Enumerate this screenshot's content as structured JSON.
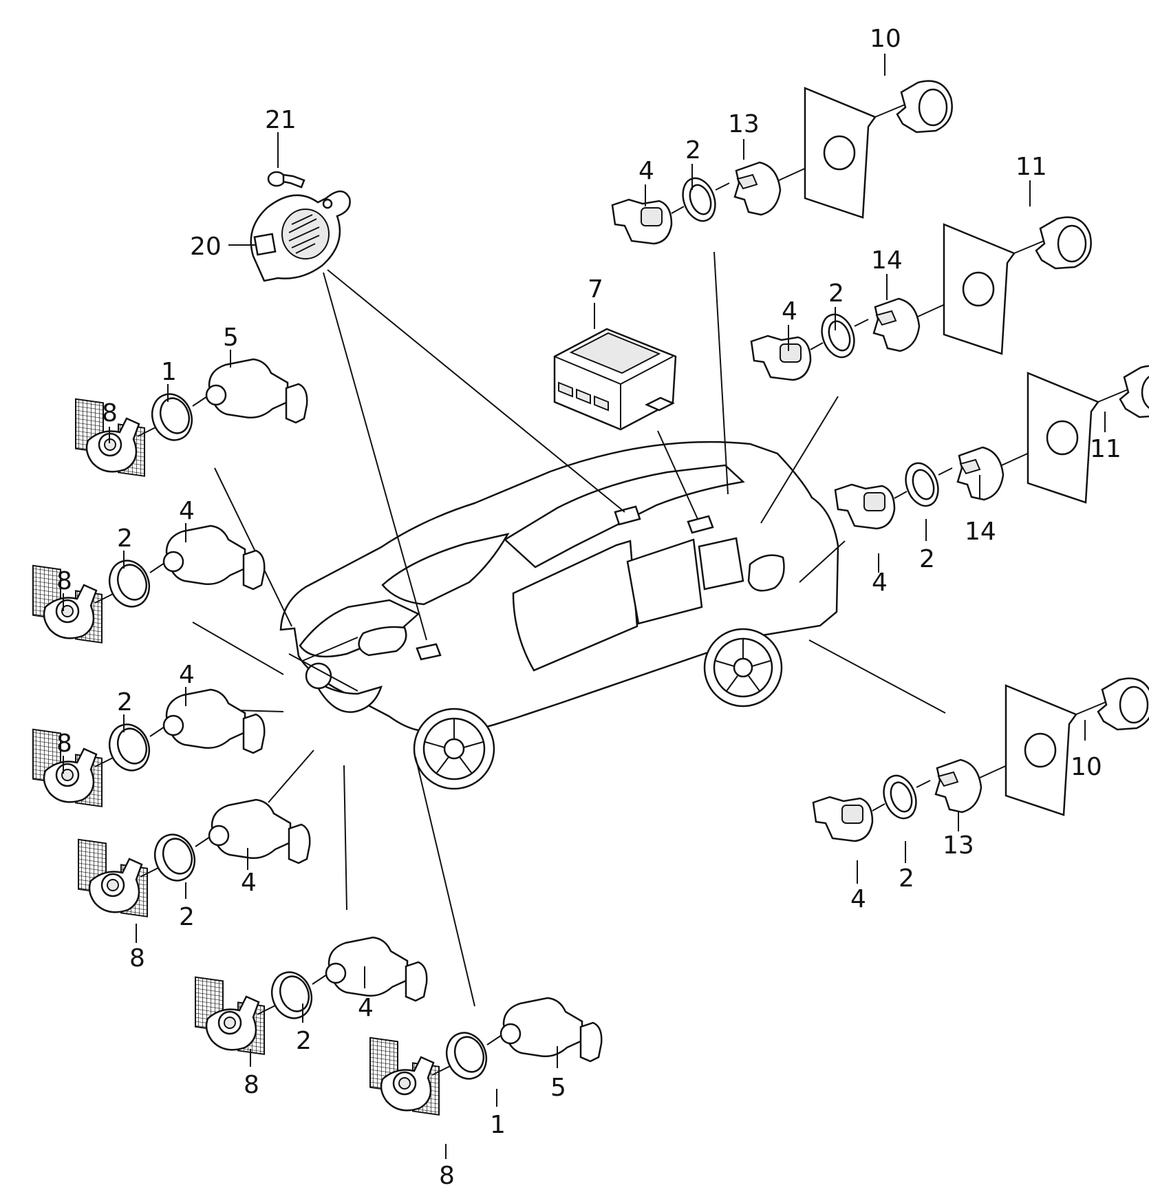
{
  "callouts": [
    {
      "id": "c21",
      "text": "21"
    },
    {
      "id": "c20",
      "text": "20"
    },
    {
      "id": "c7",
      "text": "7"
    },
    {
      "id": "c10a",
      "text": "10"
    },
    {
      "id": "c13a",
      "text": "13"
    },
    {
      "id": "c2a",
      "text": "2"
    },
    {
      "id": "c4a",
      "text": "4"
    },
    {
      "id": "c11a",
      "text": "11"
    },
    {
      "id": "c14a",
      "text": "14"
    },
    {
      "id": "c2b",
      "text": "2"
    },
    {
      "id": "c4b",
      "text": "4"
    },
    {
      "id": "c11b",
      "text": "11"
    },
    {
      "id": "c14b",
      "text": "14"
    },
    {
      "id": "c2c",
      "text": "2"
    },
    {
      "id": "c4c",
      "text": "4"
    },
    {
      "id": "c10b",
      "text": "10"
    },
    {
      "id": "c13b",
      "text": "13"
    },
    {
      "id": "c2d",
      "text": "2"
    },
    {
      "id": "c4d",
      "text": "4"
    },
    {
      "id": "c5a",
      "text": "5"
    },
    {
      "id": "c1a",
      "text": "1"
    },
    {
      "id": "c8a",
      "text": "8"
    },
    {
      "id": "c4e",
      "text": "4"
    },
    {
      "id": "c2e",
      "text": "2"
    },
    {
      "id": "c8b",
      "text": "8"
    },
    {
      "id": "c4f",
      "text": "4"
    },
    {
      "id": "c2f",
      "text": "2"
    },
    {
      "id": "c8c",
      "text": "8"
    },
    {
      "id": "c4g",
      "text": "4"
    },
    {
      "id": "c2g",
      "text": "2"
    },
    {
      "id": "c8d",
      "text": "8"
    },
    {
      "id": "c4h",
      "text": "4"
    },
    {
      "id": "c2h",
      "text": "2"
    },
    {
      "id": "c8e",
      "text": "8"
    },
    {
      "id": "c5b",
      "text": "5"
    },
    {
      "id": "c1b",
      "text": "1"
    },
    {
      "id": "c8f",
      "text": "8"
    }
  ]
}
